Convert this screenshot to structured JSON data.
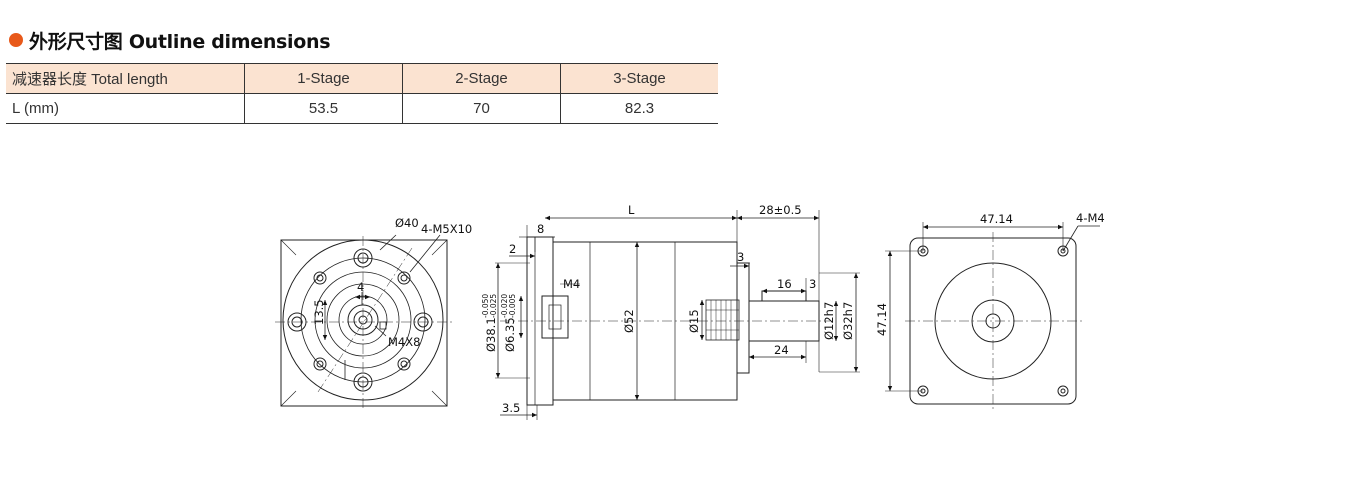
{
  "heading": {
    "bullet_color": "#e8591a",
    "title": "外形尺寸图 Outline dimensions"
  },
  "table": {
    "header_bg": "#fbe3d1",
    "headers": [
      "减速器长度 Total length",
      "1-Stage",
      "2-Stage",
      "3-Stage"
    ],
    "row": {
      "label": "L (mm)",
      "values": [
        "53.5",
        "70",
        "82.3"
      ]
    }
  },
  "drawing": {
    "front_view": {
      "d40": "Ø40",
      "holes": "4-M5X10",
      "dim_4": "4",
      "dim_13_5": "13.5",
      "m4x8": "M4X8"
    },
    "side_view": {
      "L": "L",
      "dim_28": "28±0.5",
      "dim_8": "8",
      "dim_2": "2",
      "dim_3_top": "3",
      "m4": "M4",
      "dim_16": "16",
      "dim_3_key": "3",
      "d38_1": "Ø38.1",
      "d38_1_tol_up": "-0.050",
      "d38_1_tol_lo": "-0.025",
      "d6_35": "Ø6.35",
      "d6_35_tol_up": "-0.020",
      "d6_35_tol_lo": "-0.005",
      "d52": "Ø52",
      "d15": "Ø15",
      "d12h7": "Ø12h7",
      "d32h7": "Ø32h7",
      "dim_24": "24",
      "dim_3_5": "3.5"
    },
    "rear_view": {
      "dim_47_14_h": "47.14",
      "dim_47_14_v": "47.14",
      "holes": "4-M4"
    }
  }
}
